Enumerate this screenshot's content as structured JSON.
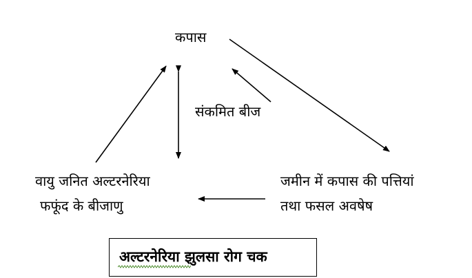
{
  "diagram": {
    "node_top": "कपास",
    "edge_seed": "संकमित बीज",
    "node_left_line1": "वायु जनित अल्टरनेरिया",
    "node_left_line2": "फफूंद के बीजाणु",
    "node_right_line1": "जमीन में कपास की पत्तियां",
    "node_right_line2": "तथा फसल अवषेष"
  },
  "caption": {
    "title": "अल्टरनेरिया झुलसा रोग चक",
    "spellcheck_color": "#4a8a2a"
  }
}
